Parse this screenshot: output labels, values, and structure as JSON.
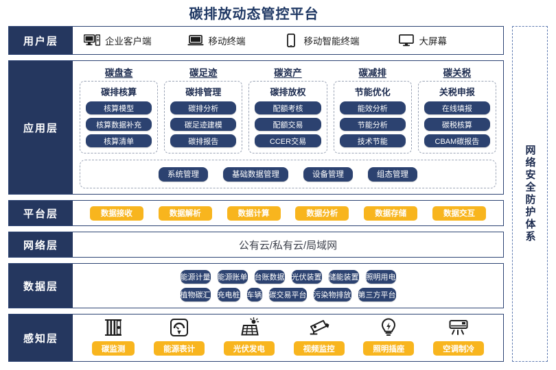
{
  "title": "碳排放动态管控平台",
  "security_band": {
    "label": "网络安全防护体系"
  },
  "layers": {
    "user": {
      "label": "用户层",
      "items": [
        {
          "icon": "desktop-tower-icon",
          "label": "企业客户端"
        },
        {
          "icon": "laptop-icon",
          "label": "移动终端"
        },
        {
          "icon": "smartphone-icon",
          "label": "移动智能终端"
        },
        {
          "icon": "monitor-icon",
          "label": "大屏幕"
        }
      ]
    },
    "application": {
      "label": "应用层",
      "columns": [
        {
          "head": "碳盘查",
          "sub": "碳排核算",
          "items": [
            "核算模型",
            "核算数据补充",
            "核算清单"
          ]
        },
        {
          "head": "碳足迹",
          "sub": "碳排管理",
          "items": [
            "碳排分析",
            "碳足迹建模",
            "碳排报告"
          ]
        },
        {
          "head": "碳资产",
          "sub": "碳排放权",
          "items": [
            "配额考核",
            "配额交易",
            "CCER交易"
          ]
        },
        {
          "head": "碳减排",
          "sub": "节能优化",
          "items": [
            "能效分析",
            "节能分析",
            "技术节能"
          ]
        },
        {
          "head": "碳关税",
          "sub": "关税申报",
          "items": [
            "在线填报",
            "碳税核算",
            "CBAM碳报告"
          ]
        }
      ],
      "management": [
        "系统管理",
        "基础数据管理",
        "设备管理",
        "组态管理"
      ]
    },
    "platform": {
      "label": "平台层",
      "items": [
        "数据接收",
        "数据解析",
        "数据计算",
        "数据分析",
        "数据存储",
        "数据交互"
      ]
    },
    "network": {
      "label": "网络层",
      "text": "公有云/私有云/局域网"
    },
    "data": {
      "label": "数据层",
      "row1": [
        "能源计量",
        "能源账单",
        "台账数据",
        "光伏装置",
        "储能装置",
        "照明用电"
      ],
      "row2": [
        "植物碳汇",
        "充电桩",
        "车辆",
        "碳交易平台",
        "污染物排放",
        "第三方平台"
      ]
    },
    "perception": {
      "label": "感知层",
      "items": [
        {
          "icon": "carbon-monitor-icon",
          "label": "碳监测"
        },
        {
          "icon": "energy-meter-icon",
          "label": "能源表计"
        },
        {
          "icon": "solar-panel-icon",
          "label": "光伏发电"
        },
        {
          "icon": "cctv-camera-icon",
          "label": "视频监控"
        },
        {
          "icon": "light-bulb-icon",
          "label": "照明插座"
        },
        {
          "icon": "air-conditioner-icon",
          "label": "空调制冷"
        }
      ]
    }
  },
  "colors": {
    "navy": "#25375f",
    "pill_navy": "#2c4270",
    "orange": "#f8b51e",
    "title_blue": "#1f3864"
  }
}
